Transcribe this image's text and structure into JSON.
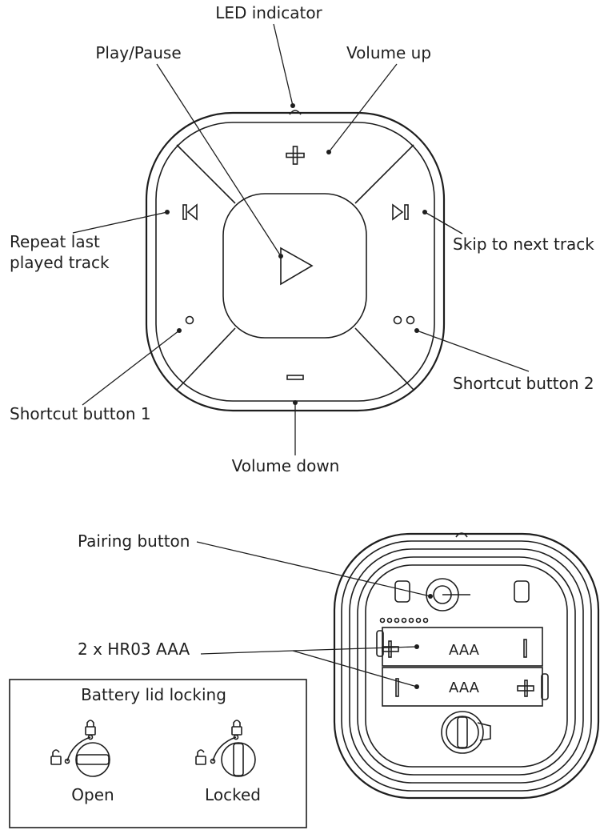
{
  "front_labels": {
    "led_indicator": "LED indicator",
    "play_pause": "Play/Pause",
    "volume_up": "Volume up",
    "repeat_last_line1": "Repeat last",
    "repeat_last_line2": "played track",
    "skip_next": "Skip to next track",
    "shortcut_1": "Shortcut button 1",
    "shortcut_2": "Shortcut button 2",
    "volume_down": "Volume down"
  },
  "back_labels": {
    "pairing_button": "Pairing button",
    "batteries": "2 x HR03 AAA",
    "battery_1_text": "AAA",
    "battery_2_text": "AAA"
  },
  "lock_box": {
    "title": "Battery lid locking",
    "open_label": "Open",
    "locked_label": "Locked"
  },
  "icons": {
    "play": "play-icon",
    "volume_up": "plus-icon",
    "volume_down": "minus-icon",
    "previous": "previous-track-icon",
    "next": "next-track-icon",
    "shortcut_1": "single-dot-icon",
    "shortcut_2": "double-dot-icon",
    "padlock_locked": "padlock-locked-icon",
    "padlock_open": "padlock-open-icon"
  }
}
